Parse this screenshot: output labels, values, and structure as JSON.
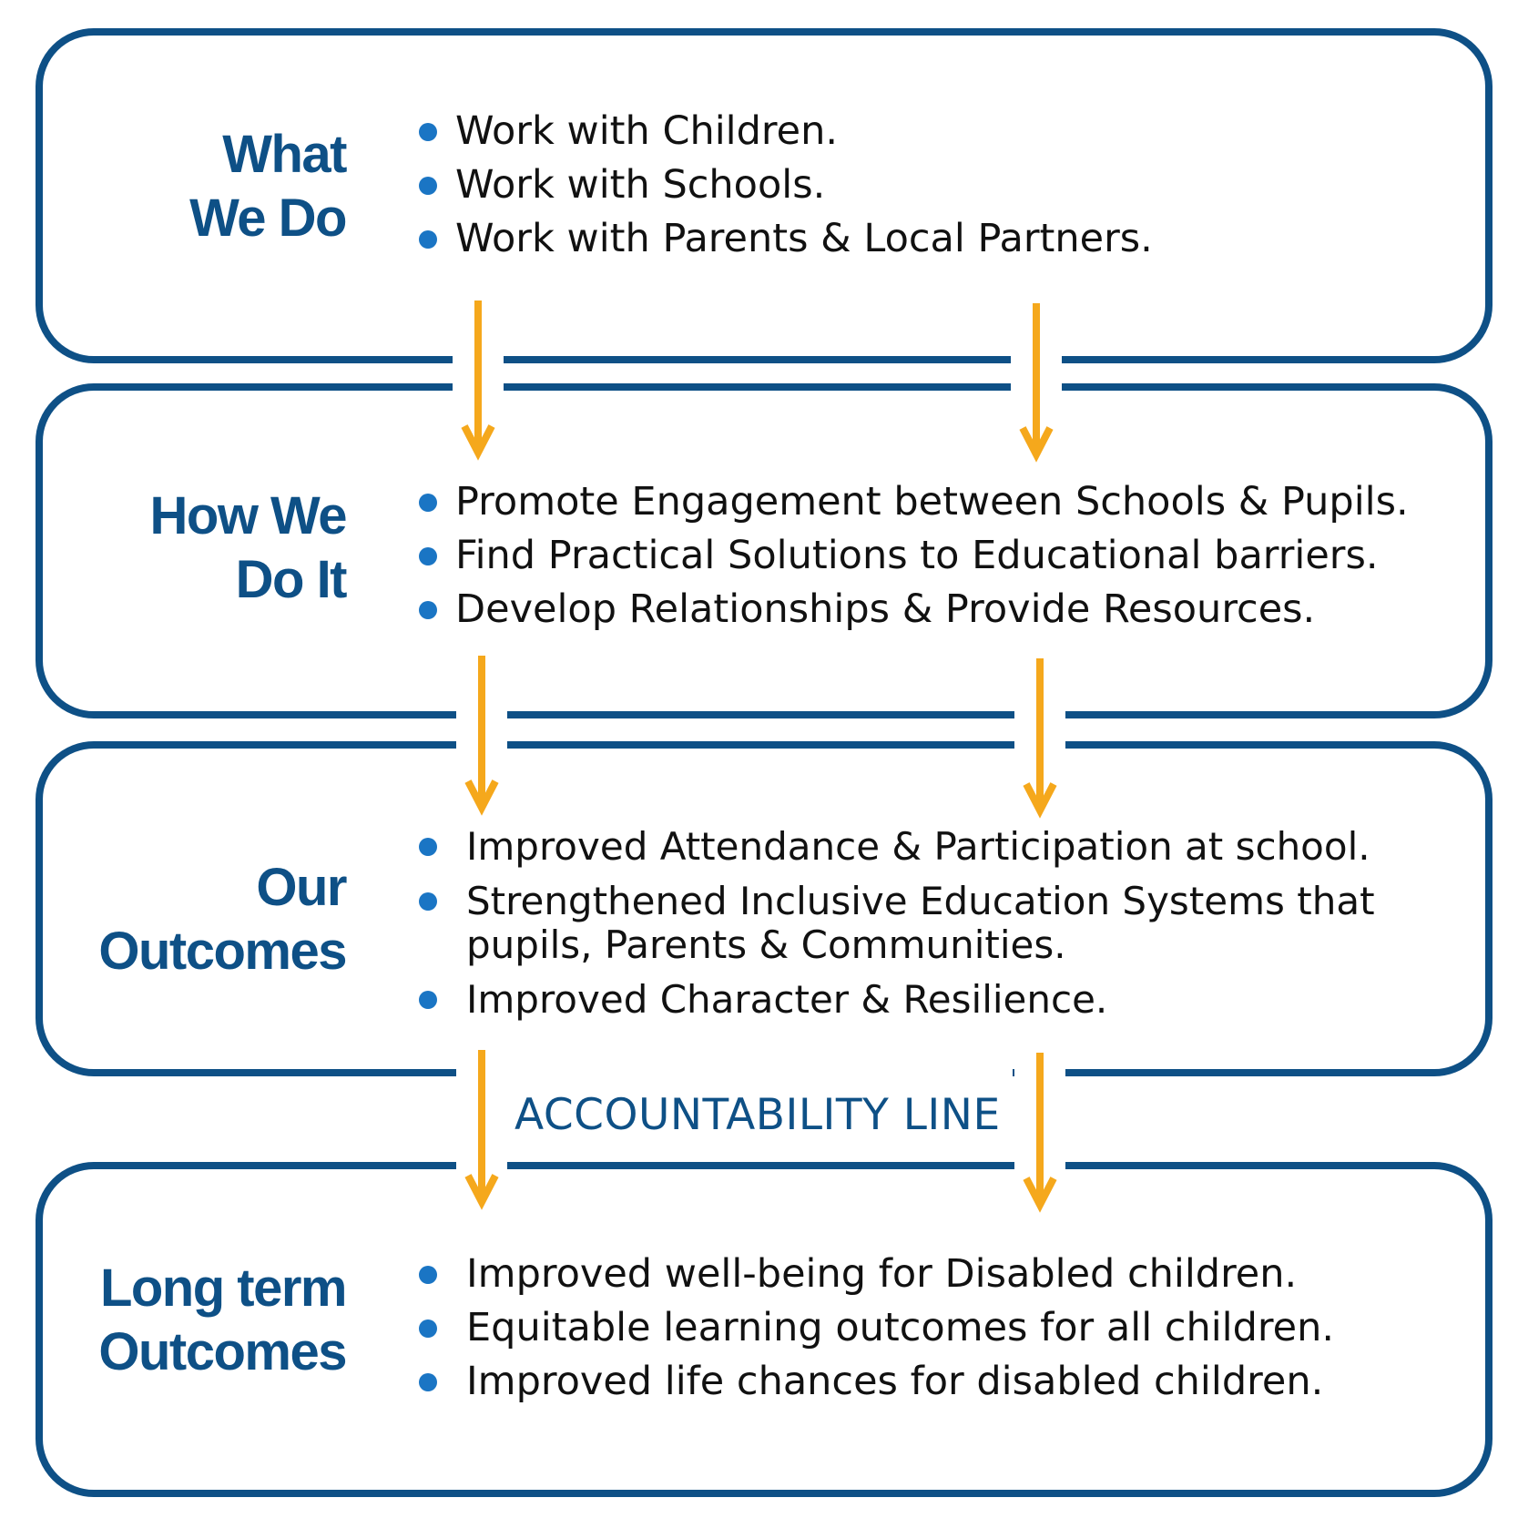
{
  "colors": {
    "frame": "#0e5086",
    "arrow": "#f5a81c",
    "bullet": "#1a75c4",
    "text": "#111111"
  },
  "sections": [
    {
      "title_lines": [
        "What",
        "We Do"
      ],
      "items": [
        "Work with Children.",
        "Work with Schools.",
        "Work with Parents & Local Partners."
      ]
    },
    {
      "title_lines": [
        "How We",
        "Do It"
      ],
      "items": [
        "Promote Engagement between Schools & Pupils.",
        "Find Practical Solutions to Educational barriers.",
        "Develop Relationships & Provide Resources."
      ]
    },
    {
      "title_lines": [
        "Our",
        "Outcomes"
      ],
      "items": [
        "Improved Attendance & Participation at school.",
        "Strengthened Inclusive Education Systems that pupils, Parents & Communities.",
        "Improved Character & Resilience."
      ]
    },
    {
      "title_lines": [
        "Long term",
        "Outcomes"
      ],
      "items": [
        "Improved well-being for Disabled children.",
        "Equitable learning outcomes for all children.",
        "Improved life chances for disabled children."
      ]
    }
  ],
  "accountability_label": "ACCOUNTABILITY LINE"
}
